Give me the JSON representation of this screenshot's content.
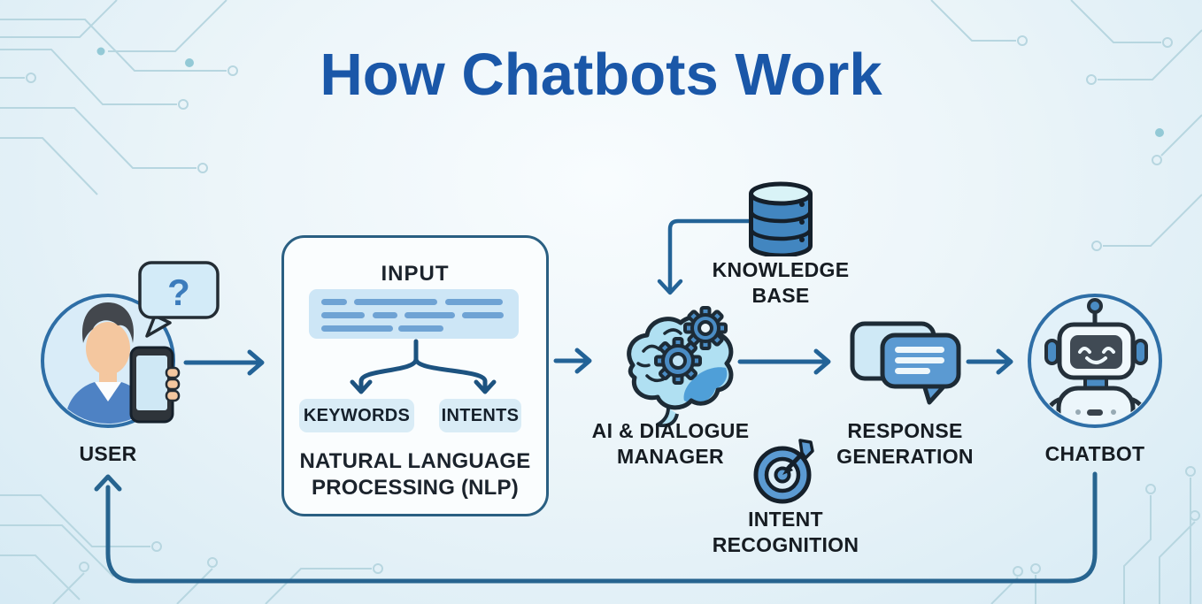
{
  "title": "How Chatbots Work",
  "colors": {
    "title_blue": "#1a57a8",
    "arrow_blue": "#236397",
    "dark_outline": "#1d2b36",
    "icon_blue": "#4a8cc4",
    "icon_light_blue": "#b9e2f4",
    "panel_blue": "#cde6f6",
    "box_border": "#2a5f82",
    "label_dark": "#161c22",
    "background_blue": "#e8f3f8"
  },
  "nodes": {
    "user": {
      "label": "USER",
      "icon": "user-with-phone-icon",
      "bubble_text": "?"
    },
    "nlp": {
      "heading": "INPUT",
      "keywords_label": "KEYWORDS",
      "intents_label": "INTENTS",
      "label": "NATURAL LANGUAGE\nPROCESSING (NLP)"
    },
    "knowledge_base": {
      "label": "KNOWLEDGE\nBASE",
      "icon": "database-icon"
    },
    "ai_dialogue_manager": {
      "label": "AI & DIALOGUE\nMANAGER",
      "icon": "brain-gears-icon"
    },
    "intent_recognition": {
      "label": "INTENT\nRECOGNITION",
      "icon": "target-dart-icon"
    },
    "response_generation": {
      "label": "RESPONSE\nGENERATION",
      "icon": "chat-bubbles-icon"
    },
    "chatbot": {
      "label": "CHATBOT",
      "icon": "robot-icon"
    }
  }
}
